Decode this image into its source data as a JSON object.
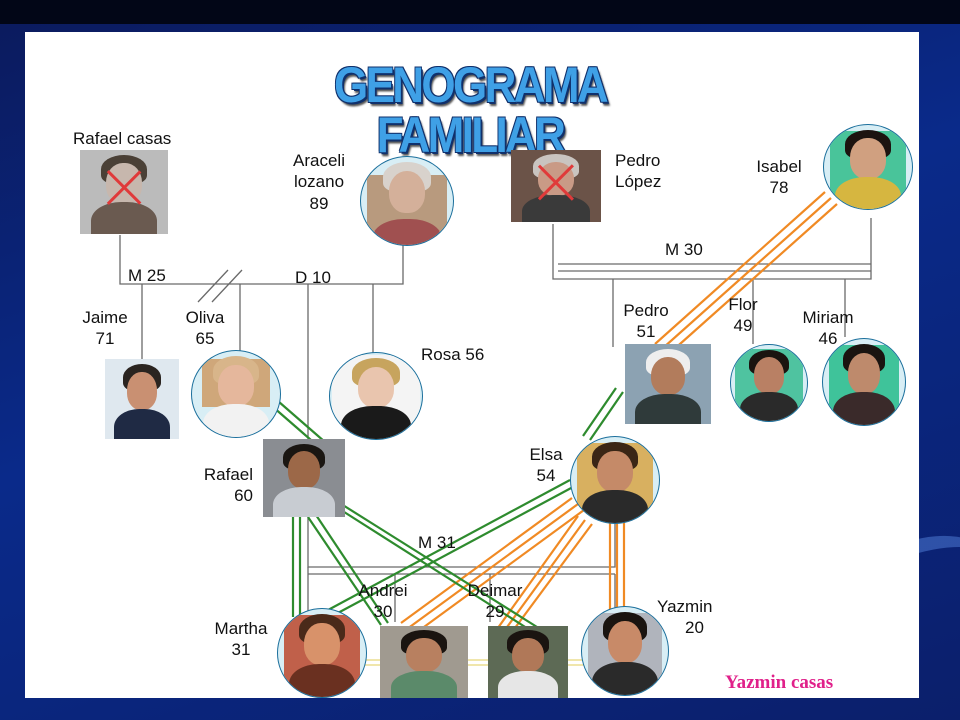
{
  "title": "GENOGRAMA FAMILIAR",
  "credit": "Yazmin casas",
  "people": {
    "rafael_casas": {
      "name": "Rafael casas"
    },
    "araceli": {
      "name": "Araceli",
      "name2": "lozano",
      "age": "89"
    },
    "pedro_lopez": {
      "name": "Pedro",
      "name2": "López"
    },
    "isabel": {
      "name": "Isabel",
      "age": "78"
    },
    "jaime": {
      "name": "Jaime",
      "age": "71"
    },
    "oliva": {
      "name": "Oliva",
      "age": "65"
    },
    "rosa": {
      "name": "Rosa 56"
    },
    "pedro": {
      "name": "Pedro",
      "age": "51"
    },
    "flor": {
      "name": "Flor",
      "age": "49"
    },
    "miriam": {
      "name": "Miriam",
      "age": "46"
    },
    "rafael": {
      "name": "Rafael",
      "age": "60"
    },
    "elsa": {
      "name": "Elsa",
      "age": "54"
    },
    "martha": {
      "name": "Martha",
      "age": "31"
    },
    "andrei": {
      "name": "Andrei",
      "age": "30"
    },
    "deimar": {
      "name": "Deimar",
      "age": "29"
    },
    "yazmin": {
      "name": "Yazmin",
      "age": "20"
    }
  },
  "relations": {
    "m25": "M 25",
    "d10": "D 10",
    "m30": "M 30",
    "m31": "M 31"
  },
  "colors": {
    "close_bond": "#2e8b2e",
    "conflict": "#f08a24",
    "line": "#6a6a6a",
    "background": "#0a2a8a"
  }
}
